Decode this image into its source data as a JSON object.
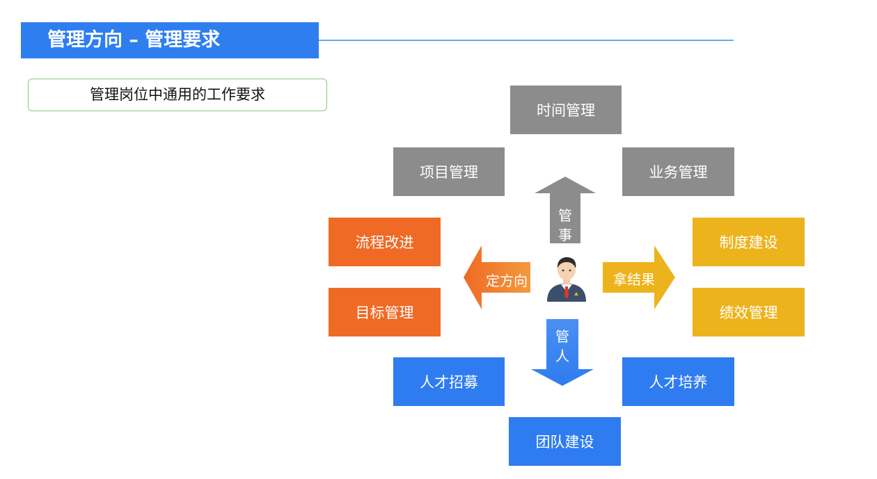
{
  "header": {
    "title": "管理方向 – 管理要求",
    "subtitle": "管理岗位中通用的工作要求"
  },
  "diagram": {
    "top_group": {
      "items": [
        "时间管理",
        "项目管理",
        "业务管理"
      ],
      "arrow_label": [
        "管",
        "事"
      ],
      "color": "#8c8c8c"
    },
    "left_group": {
      "items": [
        "流程改进",
        "目标管理"
      ],
      "arrow_label": "定方向",
      "color": "#ef6a25"
    },
    "right_group": {
      "items": [
        "制度建设",
        "绩效管理"
      ],
      "arrow_label": "拿结果",
      "color": "#edb31c"
    },
    "bottom_group": {
      "items": [
        "人才招募",
        "人才培养",
        "团队建设"
      ],
      "arrow_label": [
        "管",
        "人"
      ],
      "color": "#2e7cf0"
    },
    "center_icon": "manager-person-icon"
  }
}
